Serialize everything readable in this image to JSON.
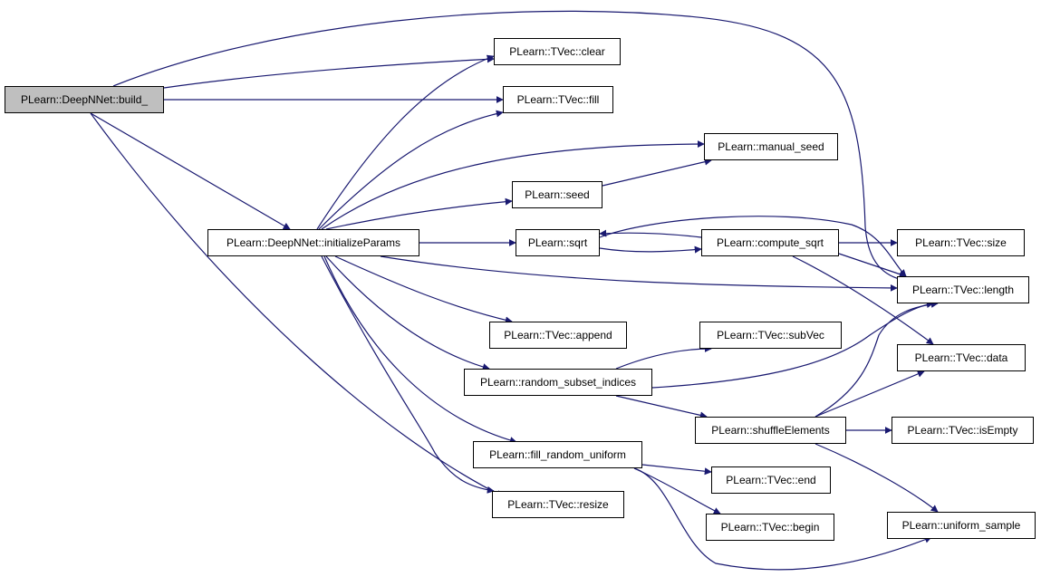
{
  "colors": {
    "edge": "#191970",
    "node_border": "#000000",
    "node_fill": "#ffffff",
    "root_fill": "#bfbfbf"
  },
  "nodes": {
    "build": "PLearn::DeepNNet::build_",
    "clear": "PLearn::TVec::clear",
    "fill": "PLearn::TVec::fill",
    "manual_seed": "PLearn::manual_seed",
    "seed": "PLearn::seed",
    "initializeParams": "PLearn::DeepNNet::initializeParams",
    "sqrt": "PLearn::sqrt",
    "compute_sqrt": "PLearn::compute_sqrt",
    "size": "PLearn::TVec::size",
    "length": "PLearn::TVec::length",
    "append": "PLearn::TVec::append",
    "subVec": "PLearn::TVec::subVec",
    "data": "PLearn::TVec::data",
    "random_subset_indices": "PLearn::random_subset_indices",
    "shuffleElements": "PLearn::shuffleElements",
    "isEmpty": "PLearn::TVec::isEmpty",
    "fill_random_uniform": "PLearn::fill_random_uniform",
    "end": "PLearn::TVec::end",
    "resize": "PLearn::TVec::resize",
    "begin": "PLearn::TVec::begin",
    "uniform_sample": "PLearn::uniform_sample"
  },
  "edges": [
    [
      "build",
      "clear"
    ],
    [
      "build",
      "fill"
    ],
    [
      "build",
      "length"
    ],
    [
      "build",
      "initializeParams"
    ],
    [
      "build",
      "resize"
    ],
    [
      "initializeParams",
      "clear"
    ],
    [
      "initializeParams",
      "fill"
    ],
    [
      "initializeParams",
      "manual_seed"
    ],
    [
      "initializeParams",
      "seed"
    ],
    [
      "initializeParams",
      "sqrt"
    ],
    [
      "initializeParams",
      "length"
    ],
    [
      "initializeParams",
      "append"
    ],
    [
      "initializeParams",
      "random_subset_indices"
    ],
    [
      "initializeParams",
      "fill_random_uniform"
    ],
    [
      "initializeParams",
      "resize"
    ],
    [
      "seed",
      "manual_seed"
    ],
    [
      "sqrt",
      "compute_sqrt"
    ],
    [
      "sqrt",
      "length"
    ],
    [
      "compute_sqrt",
      "sqrt"
    ],
    [
      "compute_sqrt",
      "size"
    ],
    [
      "compute_sqrt",
      "length"
    ],
    [
      "compute_sqrt",
      "data"
    ],
    [
      "random_subset_indices",
      "subVec"
    ],
    [
      "random_subset_indices",
      "length"
    ],
    [
      "random_subset_indices",
      "shuffleElements"
    ],
    [
      "shuffleElements",
      "length"
    ],
    [
      "shuffleElements",
      "data"
    ],
    [
      "shuffleElements",
      "isEmpty"
    ],
    [
      "shuffleElements",
      "uniform_sample"
    ],
    [
      "fill_random_uniform",
      "end"
    ],
    [
      "fill_random_uniform",
      "begin"
    ],
    [
      "fill_random_uniform",
      "uniform_sample"
    ]
  ]
}
